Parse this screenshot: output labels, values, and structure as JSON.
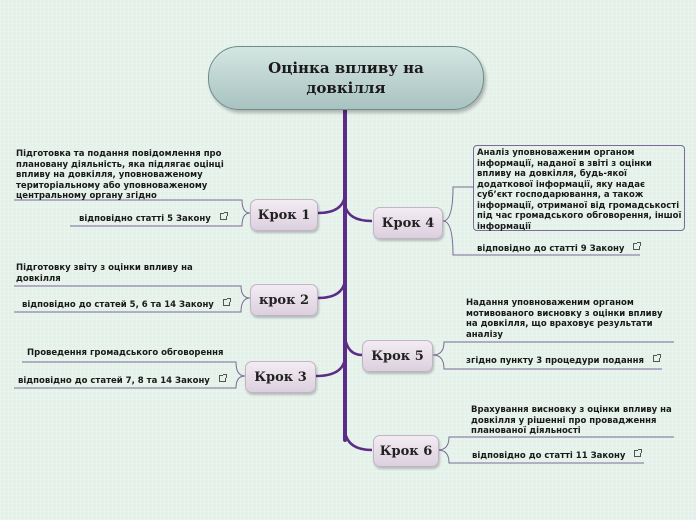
{
  "root": {
    "title": "Оцінка впливу на довкілля"
  },
  "steps": {
    "s1": {
      "label": "Крок 1",
      "text": "Підготовка та подання повідомлення про плановану діяльність, яка підлягає оцінці впливу на довкілля, уповноваженому територіальному або уповноваженому центральному органу згідно",
      "ref": "відповідно статті 5 Закону"
    },
    "s2": {
      "label": "крок 2",
      "text": "Підготовку звіту з оцінки впливу на довкілля",
      "ref": "відповідно до статей 5, 6 та 14 Закону"
    },
    "s3": {
      "label": "Крок 3",
      "text": "Проведення громадського обговорення",
      "ref": "відповідно до статей 7, 8 та 14 Закону"
    },
    "s4": {
      "label": "Крок 4",
      "text": "Аналіз уповноваженим органом інформації, наданої в звіті з оцінки впливу на довкілля, будь-якої додаткової інформації, яку надає суб’єкт господарювання, а також інформації, отриманої від громадськості під час громадського обговорення, іншої інформації",
      "ref": "відповідно до статті 9 Закону"
    },
    "s5": {
      "label": "Крок 5",
      "text": "Надання уповноваженим органом мотивованого висновку з оцінки впливу на довкілля, що враховує результати аналізу",
      "ref": "згідно пункту 3 процедури подання"
    },
    "s6": {
      "label": "Крок 6",
      "text": "Врахування висновку з оцінки впливу на довкілля у рішенні про провадження планованої діяльності",
      "ref": "відповідно до статті 11 Закону"
    }
  },
  "colors": {
    "trunk": "#5b2d86",
    "node_line": "#6a4e8e",
    "sub_line": "#7a6c96"
  },
  "icons": {
    "link": "external-link-icon"
  }
}
